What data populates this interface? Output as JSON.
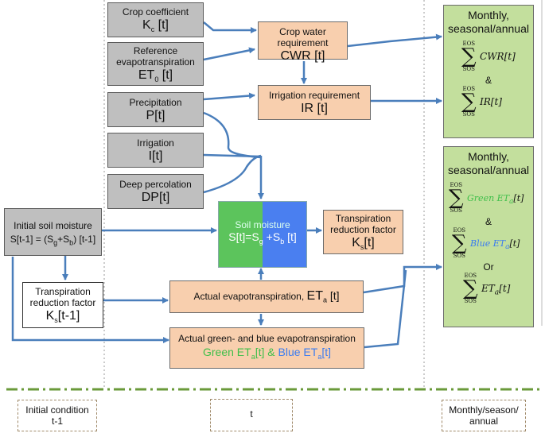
{
  "inputs": {
    "kc": {
      "label": "Crop coefficient",
      "sym": "K",
      "sub": "c",
      "suffix": " [t]"
    },
    "et0": {
      "label1": "Reference",
      "label2": "evapotranspiration",
      "sym": "ET",
      "sub": "0",
      "suffix": " [t]"
    },
    "p": {
      "label": "Precipitation",
      "sym": "P[t]"
    },
    "irr": {
      "label": "Irrigation",
      "sym": "I[t]"
    },
    "dp": {
      "label": "Deep percolation",
      "sym": "DP[t]"
    }
  },
  "cwr": {
    "label": "Crop water requirement",
    "sym": "CWR [t]"
  },
  "ir": {
    "label": "Irrigation requirement",
    "sym": "IR [t]"
  },
  "init": {
    "label": "Initial soil moisture",
    "formula_pre": "S[t-1] = (S",
    "g": "g",
    "plus": "+S",
    "b": "b",
    "formula_post": ") [t-1]"
  },
  "soil": {
    "label": "Soil moisture",
    "pre": "S[t]=S",
    "g": "g",
    "mid": " +S",
    "b": "b",
    "post": " [t]"
  },
  "ks_now": {
    "label1": "Transpiration",
    "label2": "reduction factor",
    "sym": "K",
    "sub": "s",
    "suffix": "[t]"
  },
  "ks_prev": {
    "label1": "Transpiration",
    "label2": "reduction factor",
    "sym": "K",
    "sub": "s",
    "suffix": "[t-1]"
  },
  "eta": {
    "label": "Actual evapotranspiration, ",
    "sym": "ET",
    "sub": "a",
    "suffix": " [t]"
  },
  "gb": {
    "label": "Actual green- and blue evapotranspiration",
    "green": "Green ET",
    "green_sub": "a",
    "green_suffix": "[t]",
    "amp": " & ",
    "blue": "Blue ET",
    "blue_sub": "a",
    "blue_suffix": "[t]"
  },
  "out1": {
    "title1": "Monthly,",
    "title2": "seasonal/annual",
    "upper": "EOS",
    "lower": "SOS",
    "term1": "CWR[t]",
    "amp": "&",
    "term2": "IR[t]"
  },
  "out2": {
    "title1": "Monthly,",
    "title2": "seasonal/annual",
    "upper": "EOS",
    "lower": "SOS",
    "term1": "Green ET",
    "term1_sub": "a",
    "term1_suffix": "[t]",
    "amp": "&",
    "term2": "Blue ET",
    "term2_sub": "a",
    "term2_suffix": "[t]",
    "or": "Or",
    "term3": "ET",
    "term3_sub": "a",
    "term3_suffix": "[t]"
  },
  "footer": {
    "col1_l1": "Initial condition",
    "col1_l2": "t-1",
    "col2": "t",
    "col3_l1": "Monthly/season/",
    "col3_l2": "annual"
  },
  "colors": {
    "gray": "#bfbfbf",
    "peach": "#f8cfae",
    "green_box": "#c3df9d",
    "soil_green": "#5cc45c",
    "soil_blue": "#4a7ff0",
    "arrow": "#4a7ebb",
    "divider": "#6a9a3a"
  }
}
